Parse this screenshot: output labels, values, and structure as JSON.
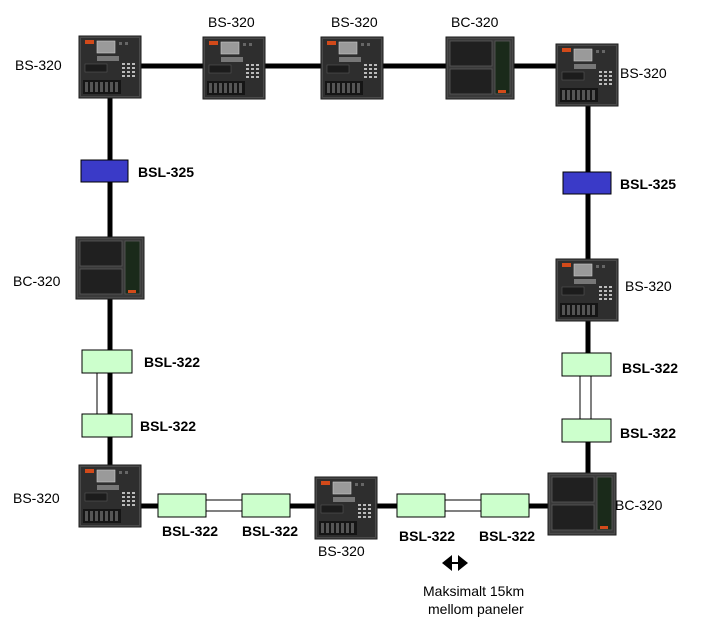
{
  "panel_labels": {
    "top_left": "BS-320",
    "top_2": "BS-320",
    "top_3": "BS-320",
    "top_4": "BC-320",
    "top_right": "BS-320",
    "left_mid": "BC-320",
    "right_mid": "BS-320",
    "bottom_left": "BS-320",
    "bottom_mid": "BS-320",
    "bottom_right": "BC-320"
  },
  "module_labels": {
    "left_fiber": "BSL-325",
    "right_fiber": "BSL-325",
    "left_upper": "BSL-322",
    "left_lower": "BSL-322",
    "right_upper": "BSL-322",
    "right_lower": "BSL-322",
    "bottom_1": "BSL-322",
    "bottom_2": "BSL-322",
    "bottom_3": "BSL-322",
    "bottom_4": "BSL-322"
  },
  "note": {
    "line1": "Maksimalt 15km",
    "line2": "mellom paneler"
  },
  "colors": {
    "bsl325": "#3a3ac8",
    "bsl322": "#ccffcc",
    "line": "#000000"
  }
}
